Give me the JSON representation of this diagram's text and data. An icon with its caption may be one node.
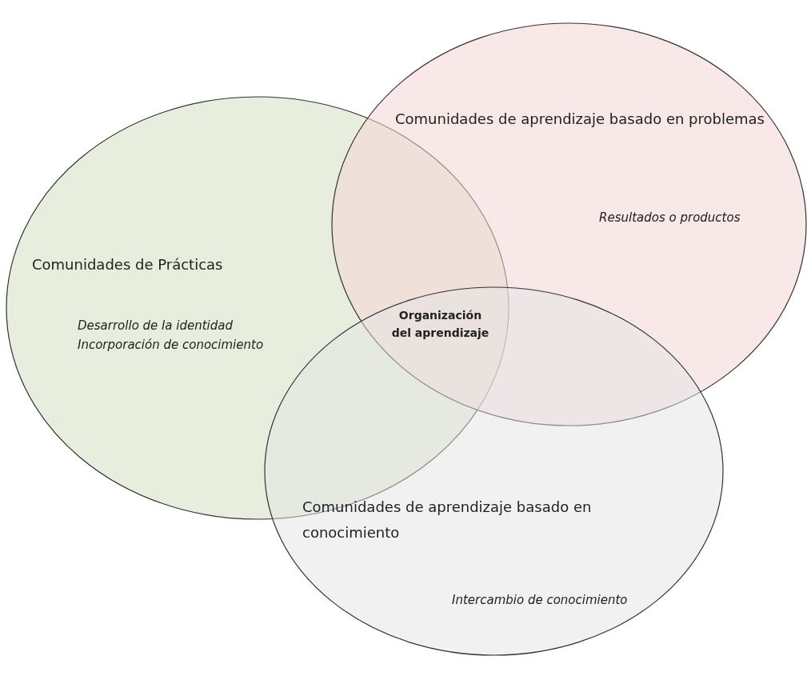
{
  "diagram": {
    "nodes": [
      {
        "text": [
          "Comunidades de Prácticas",
          "Desarrollo de la identidad",
          "Incorporación de conocimiento"
        ]
      },
      {
        "text": [
          "Comunidades de aprendizaje basado en problemas",
          "Resultados o productos"
        ]
      },
      {
        "text": [
          "Comunidades de aprendizaje basado en conocimiento",
          "Intercambio de conocimiento"
        ]
      }
    ],
    "labels": [
      "Organización del aprendizaje"
    ]
  }
}
